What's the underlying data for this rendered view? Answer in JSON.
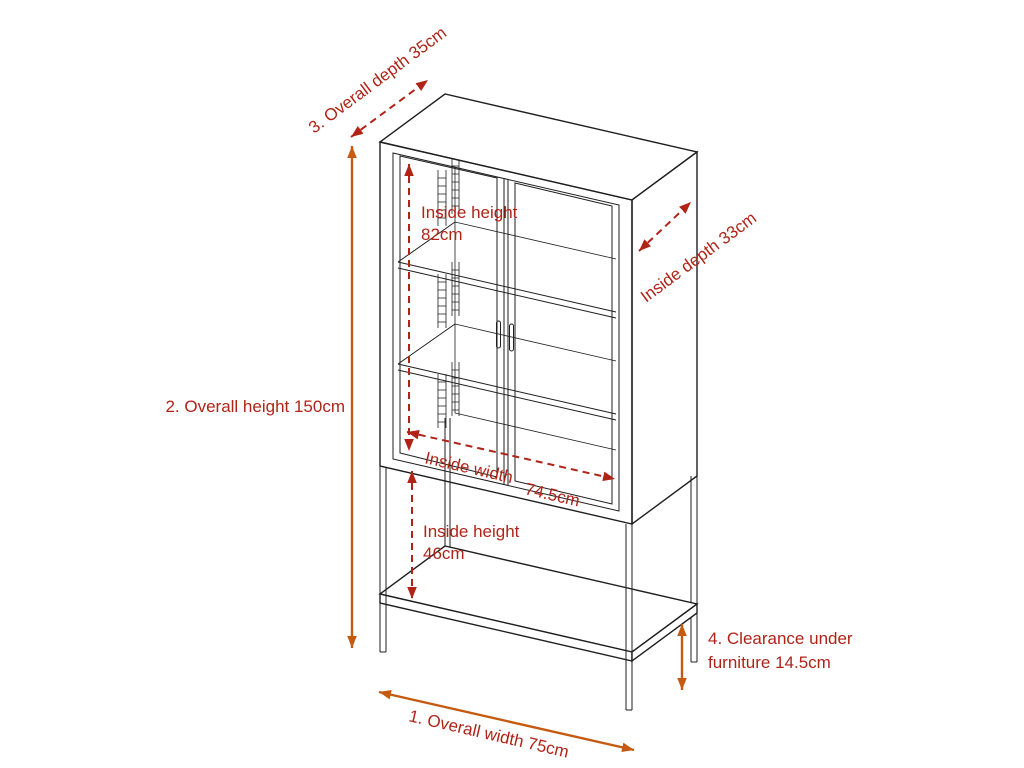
{
  "diagram": {
    "colors": {
      "background": "#ffffff",
      "line": "#1f1f1f",
      "annotation": "#b02418",
      "solid-arrow": "#c55a11"
    },
    "annotations": {
      "overall_depth": {
        "label": "3. Overall depth 35cm"
      },
      "inside_depth": {
        "label": "Inside depth 33cm"
      },
      "inside_height_upper": {
        "line1": "Inside height",
        "line2": "82cm"
      },
      "overall_height": {
        "label": "2.  Overall height 150cm"
      },
      "inside_width": {
        "line1": "Inside width",
        "line2": "74.5cm"
      },
      "inside_height_lower": {
        "line1": "Inside height",
        "line2": "46cm"
      },
      "clearance": {
        "line1": "4. Clearance under",
        "line2": "furniture 14.5cm"
      },
      "overall_width": {
        "label": "1.  Overall width 75cm"
      }
    },
    "dimensions_cm": {
      "overall_width": 75,
      "overall_height": 150,
      "overall_depth": 35,
      "clearance_under_furniture": 14.5,
      "inside_height_upper": 82,
      "inside_height_lower": 46,
      "inside_width": 74.5,
      "inside_depth": 33
    }
  }
}
